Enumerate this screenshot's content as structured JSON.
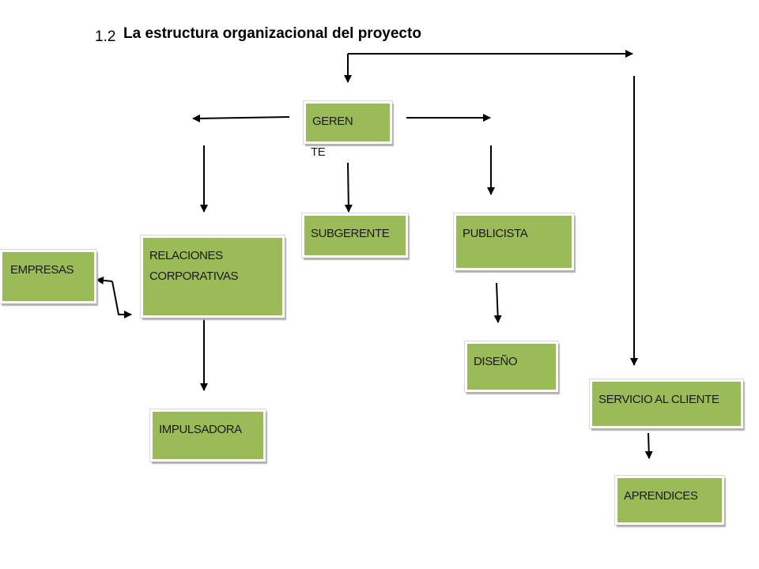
{
  "title": {
    "number": "1.2",
    "text": "La estructura organizacional del proyecto"
  },
  "nodes": {
    "gerente": {
      "line1": "GEREN",
      "line2": "TE"
    },
    "subgerente": "SUBGERENTE",
    "publicista": "PUBLICISTA",
    "relaciones": {
      "line1": "RELACIONES",
      "line2": "CORPORATIVAS"
    },
    "empresas": "EMPRESAS",
    "impulsadora": "IMPULSADORA",
    "diseno": "DISEÑO",
    "servicio": "SERVICIO AL CLIENTE",
    "aprendices": "APRENDICES"
  },
  "colors": {
    "node_fill": "#9bbb59",
    "arrow": "#000000"
  }
}
